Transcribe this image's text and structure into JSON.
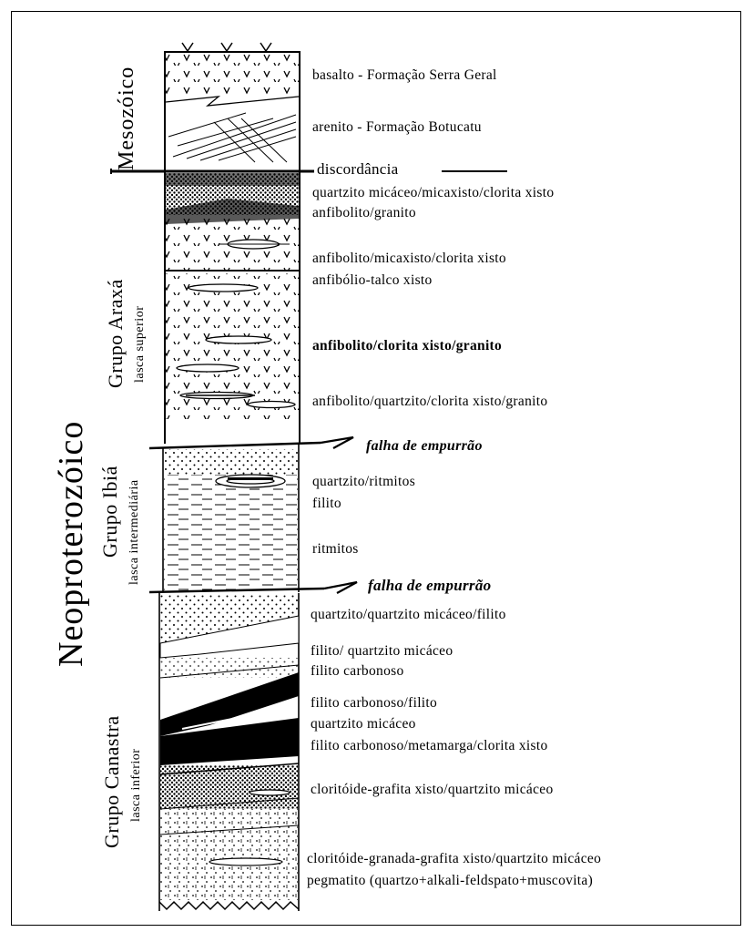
{
  "eras": {
    "mesozoic": "Mesozóico",
    "neoproterozoic": "Neoproterozóico"
  },
  "groups": [
    {
      "name": "Grupo Araxá",
      "sub": "lasca superior"
    },
    {
      "name": "Grupo Ibiá",
      "sub": "lasca intermediária"
    },
    {
      "name": "Grupo Canastra",
      "sub": "lasca inferior"
    }
  ],
  "contacts": {
    "unconformity": "discordância",
    "thrust_upper": "falha de empurrão",
    "thrust_lower": "falha de empurrão"
  },
  "lithologies": [
    "basalto - Formação Serra Geral",
    "arenito - Formação Botucatu",
    "quartzito micáceo/micaxisto/clorita xisto",
    "anfibolito/granito",
    "anfibolito/micaxisto/clorita xisto",
    "anfibólio-talco xisto",
    "anfibolito/clorita xisto/granito",
    "anfibolito/quartzito/clorita xisto/granito",
    "quartzito/ritmitos",
    "filito",
    "ritmitos",
    "quartzito/quartzito micáceo/filito",
    "filito/ quartzito micáceo",
    "filito carbonoso",
    "filito carbonoso/filito",
    "quartzito micáceo",
    "filito carbonoso/metamarga/clorita xisto",
    "cloritóide-grafita xisto/quartzito micáceo",
    "cloritóide-granada-grafita xisto/quartzito micáceo",
    "pegmatito (quartzo+alkali-feldspato+muscovita)"
  ]
}
